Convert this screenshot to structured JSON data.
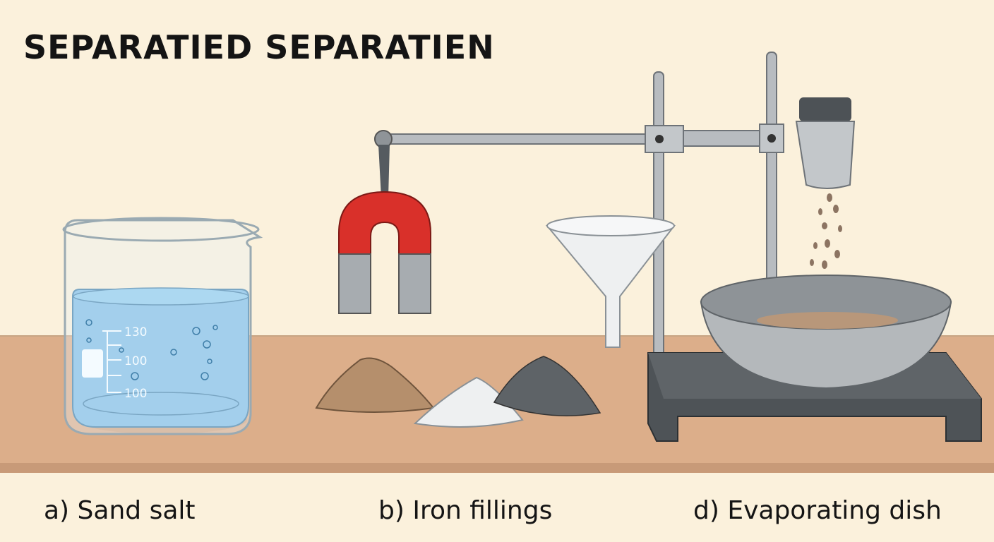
{
  "title": "SEPARATIED SEPARATIEN",
  "beaker": {
    "scale_labels": [
      "130",
      "100",
      "100"
    ]
  },
  "captions": {
    "a": "a)  Sand salt",
    "b": "b)  Iron fillings",
    "d": "d) Evaporating dish"
  },
  "colors": {
    "background": "#fbf1dc",
    "table": "#dcae8a",
    "water": "#7fbde6",
    "magnet_red": "#d9302a"
  }
}
